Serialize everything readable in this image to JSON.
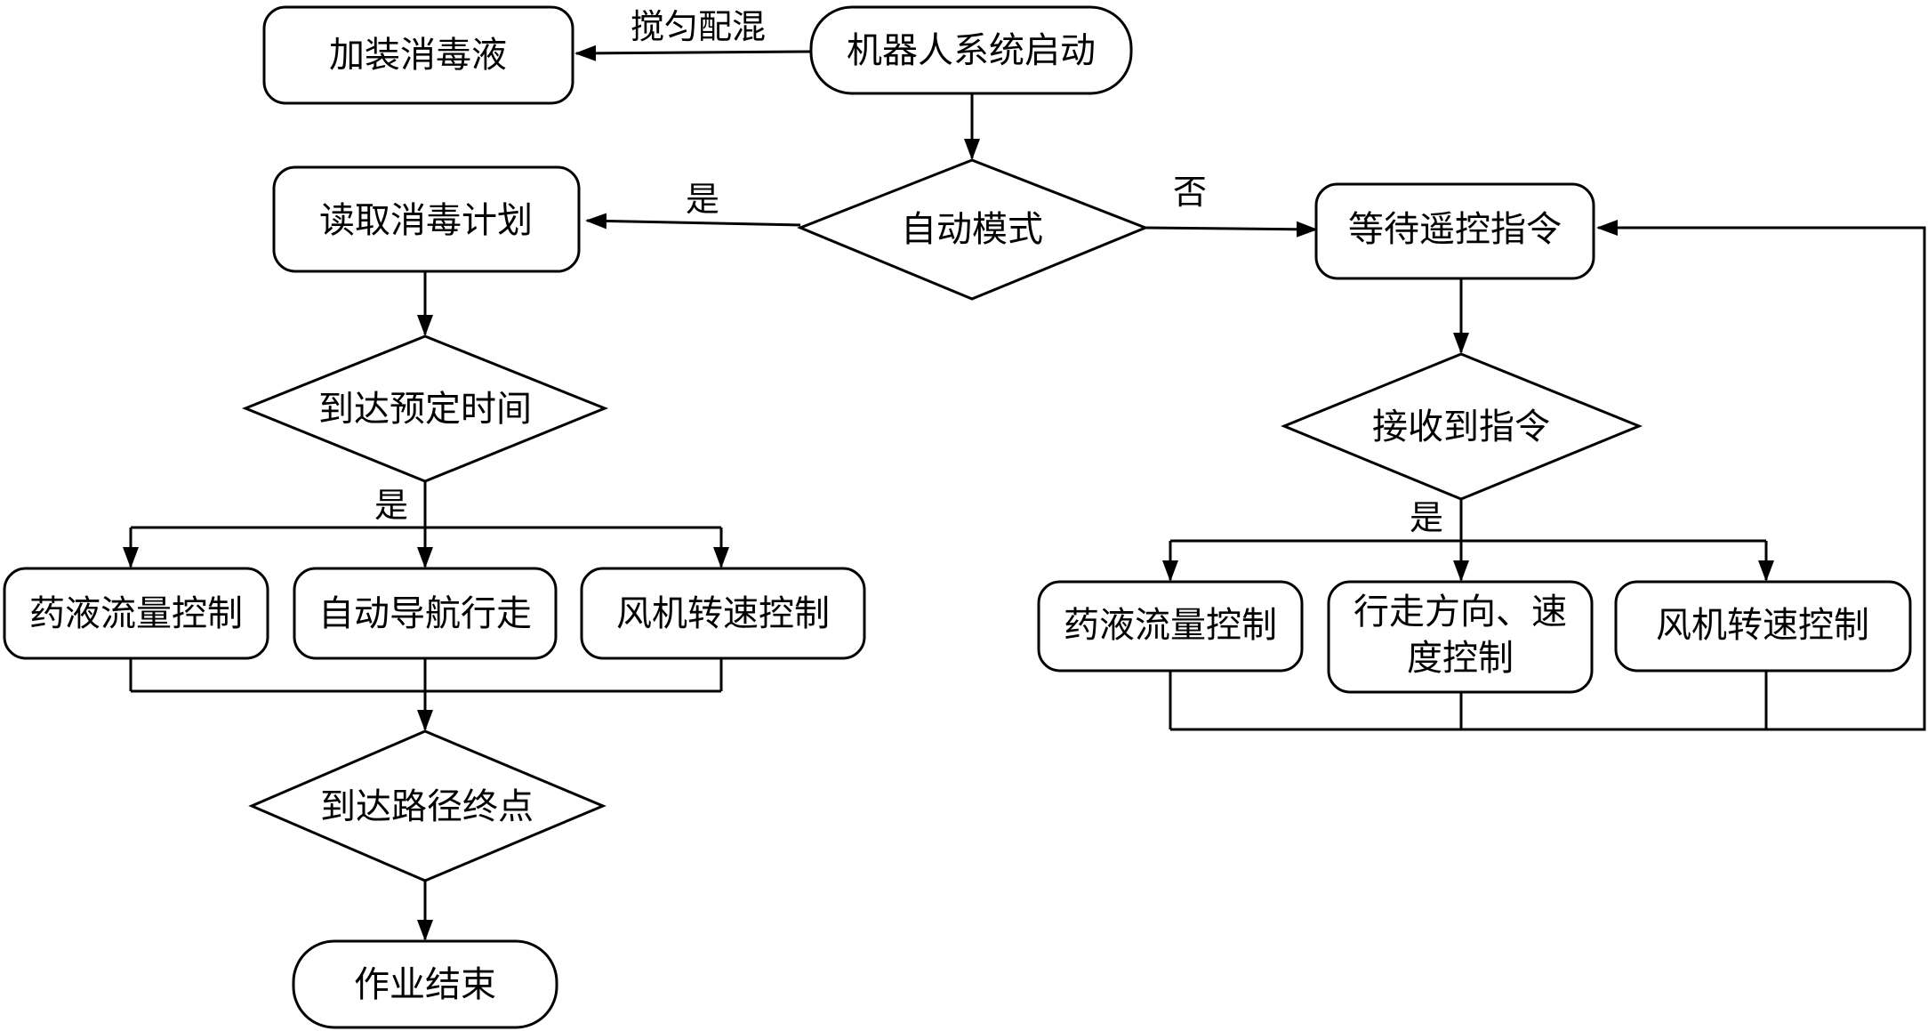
{
  "nodes": {
    "start": "机器人系统启动",
    "add_disinfectant": "加装消毒液",
    "auto_mode": "自动模式",
    "read_plan": "读取消毒计划",
    "reach_time": "到达预定时间",
    "auto_flow_control": "药液流量控制",
    "auto_navigation": "自动导航行走",
    "auto_fan_control": "风机转速控制",
    "reach_end": "到达路径终点",
    "finish": "作业结束",
    "wait_remote": "等待遥控指令",
    "receive_cmd": "接收到指令",
    "remote_flow_control": "药液流量控制",
    "remote_direction_line1": "行走方向、速",
    "remote_direction_line2": "度控制",
    "remote_fan_control": "风机转速控制"
  },
  "edges": {
    "mix": "搅匀配混",
    "auto_yes": "是",
    "auto_no": "否",
    "time_yes": "是",
    "cmd_yes": "是"
  },
  "colors": {
    "stroke": "#000000",
    "fill": "#ffffff",
    "text": "#000000"
  }
}
